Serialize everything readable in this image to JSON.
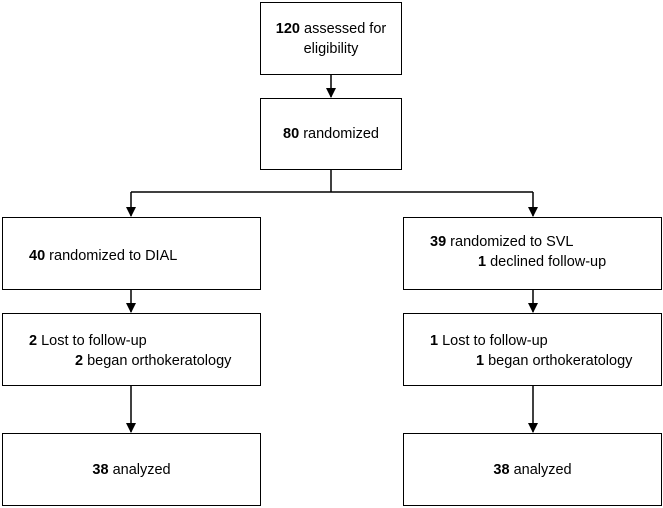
{
  "nodes": {
    "assessed": {
      "count": "120",
      "text": "assessed for",
      "text2": "eligibility"
    },
    "randomized": {
      "count": "80",
      "text": "randomized"
    },
    "dial": {
      "count": "40",
      "text": "randomized to DIAL"
    },
    "svl": {
      "count": "39",
      "text": "randomized to SVL",
      "sub_count": "1",
      "sub_text": "declined follow-up"
    },
    "dial_lost": {
      "count1": "2",
      "text1": "Lost to follow-up",
      "count2": "2",
      "text2": "began orthokeratology"
    },
    "svl_lost": {
      "count1": "1",
      "text1": "Lost to follow-up",
      "count2": "1",
      "text2": "began orthokeratology"
    },
    "dial_analyzed": {
      "count": "38",
      "text": "analyzed"
    },
    "svl_analyzed": {
      "count": "38",
      "text": "analyzed"
    }
  }
}
